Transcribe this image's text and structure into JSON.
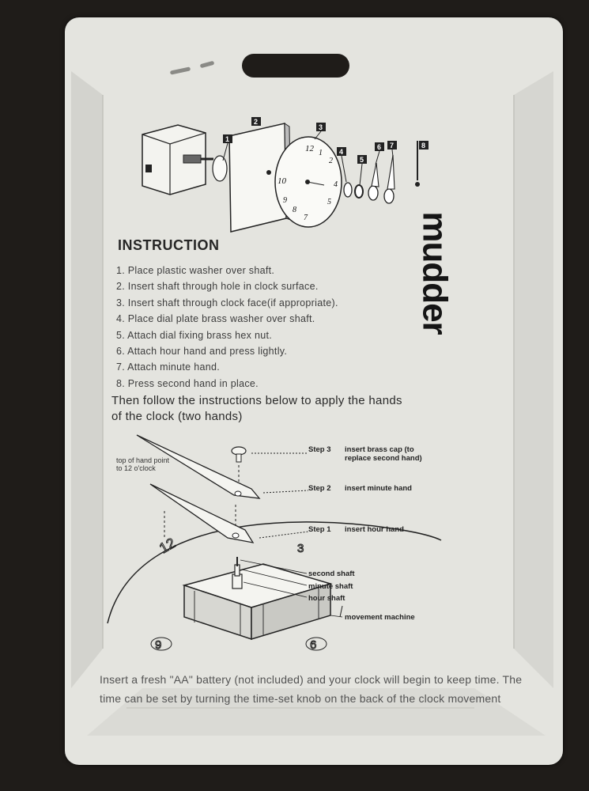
{
  "brand": {
    "logo_text": "mudder"
  },
  "parts_diagram": {
    "part_numbers": [
      "1",
      "2",
      "3",
      "4",
      "5",
      "6",
      "7",
      "8"
    ],
    "dial_numbers": [
      "12",
      "1",
      "2",
      "4",
      "5",
      "7",
      "8",
      "9",
      "10"
    ]
  },
  "instructions": {
    "title": "INSTRUCTION",
    "steps": [
      "1. Place plastic washer over shaft.",
      "2. Insert shaft through hole in clock surface.",
      "3. Insert shaft through clock face(if appropriate).",
      "4. Place dial plate brass washer over shaft.",
      "5. Attach dial fixing brass hex nut.",
      "6. Attach hour hand and press lightly.",
      "7. Attach minute hand.",
      "8. Press second hand in place."
    ],
    "follow_text": "Then follow the instructions below to apply the hands of the clock (two hands)"
  },
  "hands_diagram": {
    "top_of_hand_note": "top of hand point to 12 o'clock",
    "dial_numbers": [
      "12",
      "3",
      "9",
      "6"
    ],
    "step3": {
      "step": "Step 3",
      "text": "insert brass cap (to replace second hand)"
    },
    "step2": {
      "step": "Step 2",
      "text": "insert minute hand"
    },
    "step1": {
      "step": "Step 1",
      "text": "insert hour hand"
    },
    "shaft_labels": {
      "second": "second shaft",
      "minute": "minute shaft",
      "hour": "hour shaft",
      "movement": "movement machine"
    }
  },
  "battery_note": "Insert a fresh \"AA\" battery (not included) and your clock will begin to keep time. The time can be set by turning the time-set knob on the back of the clock movement"
}
